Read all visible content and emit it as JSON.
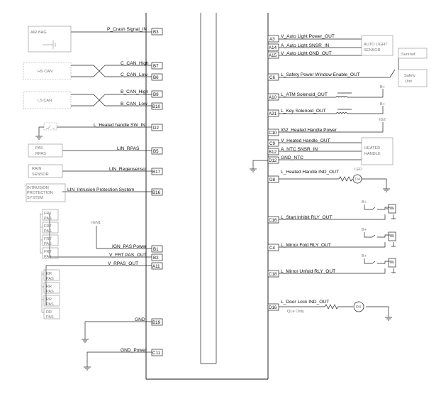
{
  "left_signals": [
    {
      "pin": "B3",
      "label": "P_Crash Signal_IN"
    },
    {
      "pin": "B7",
      "label": "C_CAN_High"
    },
    {
      "pin": "B6",
      "label": "C_CAN_Low"
    },
    {
      "pin": "B9",
      "label": "B_CAN_High"
    },
    {
      "pin": "B10",
      "label": "B_CAN_Low"
    },
    {
      "pin": "D2",
      "label": "L_Heated handle SW_IN"
    },
    {
      "pin": "B5",
      "label": "LIN_RPAS"
    },
    {
      "pin": "B17",
      "label": "LIN_Regensensor"
    },
    {
      "pin": "B16",
      "label": "LIN_Intrusion Protection System"
    },
    {
      "pin": "B1",
      "label": "IGN_PAS Power"
    },
    {
      "pin": "B2",
      "label": "V_FRT PAS_OUT"
    },
    {
      "pin": "A11",
      "label": "V_RPAS_OUT"
    },
    {
      "pin": "B19",
      "label": "GND"
    },
    {
      "pin": "C11",
      "label": "GND_Power"
    }
  ],
  "right_signals": [
    {
      "pin": "A3",
      "label": "V_Auto Light Power_OUT"
    },
    {
      "pin": "A14",
      "label": "A_Auto Light SNSR_IN"
    },
    {
      "pin": "A15",
      "label": "V_Auto Light GND_OUT"
    },
    {
      "pin": "C6",
      "label": "L_Safety Power Window Enable_OUT"
    },
    {
      "pin": "A10",
      "label": "L_ATM Solenoid_OUT"
    },
    {
      "pin": "A21",
      "label": "L_Key Solenoid_OUT"
    },
    {
      "pin": "C10",
      "label": "IG2_Heated Handle Power"
    },
    {
      "pin": "C9",
      "label": "V_Heated Handle_OUT"
    },
    {
      "pin": "B12",
      "label": "A_NTC SNSR_IN"
    },
    {
      "pin": "D12",
      "label": "GND_NTC"
    },
    {
      "pin": "D8",
      "label": "L_Heated Handle IND_OUT"
    },
    {
      "pin": "C16",
      "label": "L_Start Inhibit RLY_OUT"
    },
    {
      "pin": "C4",
      "label": "L_Mirror Fold RLY_OUT"
    },
    {
      "pin": "C18",
      "label": "L_Mirror Unfold RLY_OUT"
    },
    {
      "pin": "D16",
      "label": "L_Door Lock IND_OUT"
    }
  ],
  "components": {
    "airbag": "AIR BAG",
    "hs_can": "HS CAN",
    "ls_can": "LS CAN",
    "pas_rpas": [
      "PAS",
      "RPAS"
    ],
    "rain_sensor": [
      "RAIN",
      "SENSOR"
    ],
    "intrusion": [
      "INTRUSION",
      "PROTECTION",
      "SYSTEM"
    ],
    "frt_pas": [
      "FRT",
      "PAS"
    ],
    "rr_pas": [
      "RR",
      "PAS"
    ],
    "ign1": "IGN1",
    "auto_light_sensor": [
      "AUTO LIGHT",
      "SENSOR"
    ],
    "sunroof": "Sunroof",
    "safety_unit": [
      "Safety",
      "Unit"
    ],
    "b_plus": "B+",
    "ig2": "IG2",
    "heated_handle": [
      "HEATED",
      "HANDLE"
    ],
    "led": "LED",
    "qle_only": "QLe Only"
  }
}
